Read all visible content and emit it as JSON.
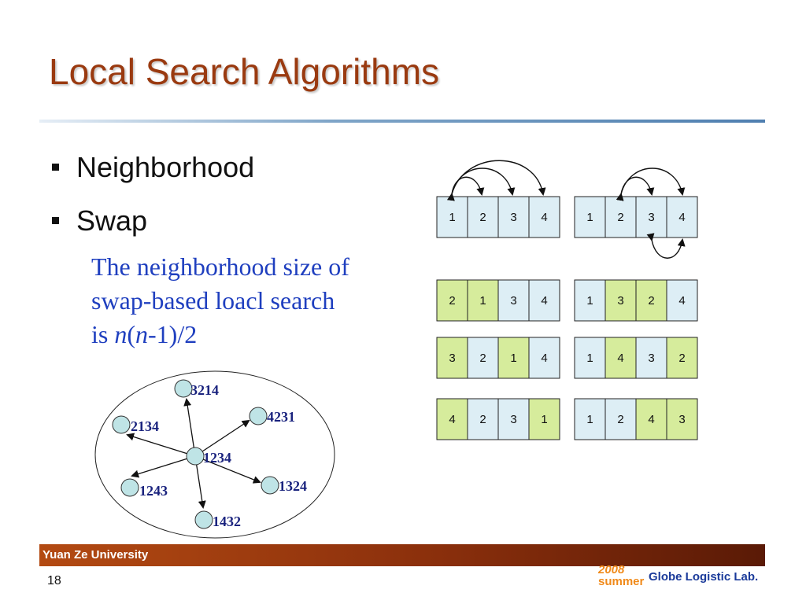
{
  "slide": {
    "title": "Local Search Algorithms",
    "bullets": [
      "Neighborhood",
      "Swap"
    ],
    "note": {
      "line1": "The neighborhood size of",
      "line2": "swap-based loacl search",
      "line3_prefix": "is ",
      "line3_n1": "n",
      "line3_paren": "(",
      "line3_n2": "n",
      "line3_suffix": "-1)/2"
    }
  },
  "graph": {
    "center": "1234",
    "neighbors": [
      "3214",
      "4231",
      "2134",
      "1324",
      "1243",
      "1432"
    ]
  },
  "arrays": {
    "original_left": [
      "1",
      "2",
      "3",
      "4"
    ],
    "original_right": [
      "1",
      "2",
      "3",
      "4"
    ],
    "left_column": [
      [
        "2",
        "1",
        "3",
        "4"
      ],
      [
        "3",
        "2",
        "1",
        "4"
      ],
      [
        "4",
        "2",
        "3",
        "1"
      ]
    ],
    "right_column": [
      [
        "1",
        "3",
        "2",
        "4"
      ],
      [
        "1",
        "4",
        "3",
        "2"
      ],
      [
        "1",
        "2",
        "4",
        "3"
      ]
    ]
  },
  "colors": {
    "cell_default": "#ddeef5",
    "cell_swapped": "#d6ec9c",
    "title": "#9a3a10",
    "note": "#1f3fbf",
    "node": "#bfe4e6"
  },
  "footer": {
    "university": "Yuan Ze University",
    "page_number": "18",
    "lab_year": "2008",
    "lab_season": "summer",
    "lab_name": "Globe Logistic Lab."
  }
}
